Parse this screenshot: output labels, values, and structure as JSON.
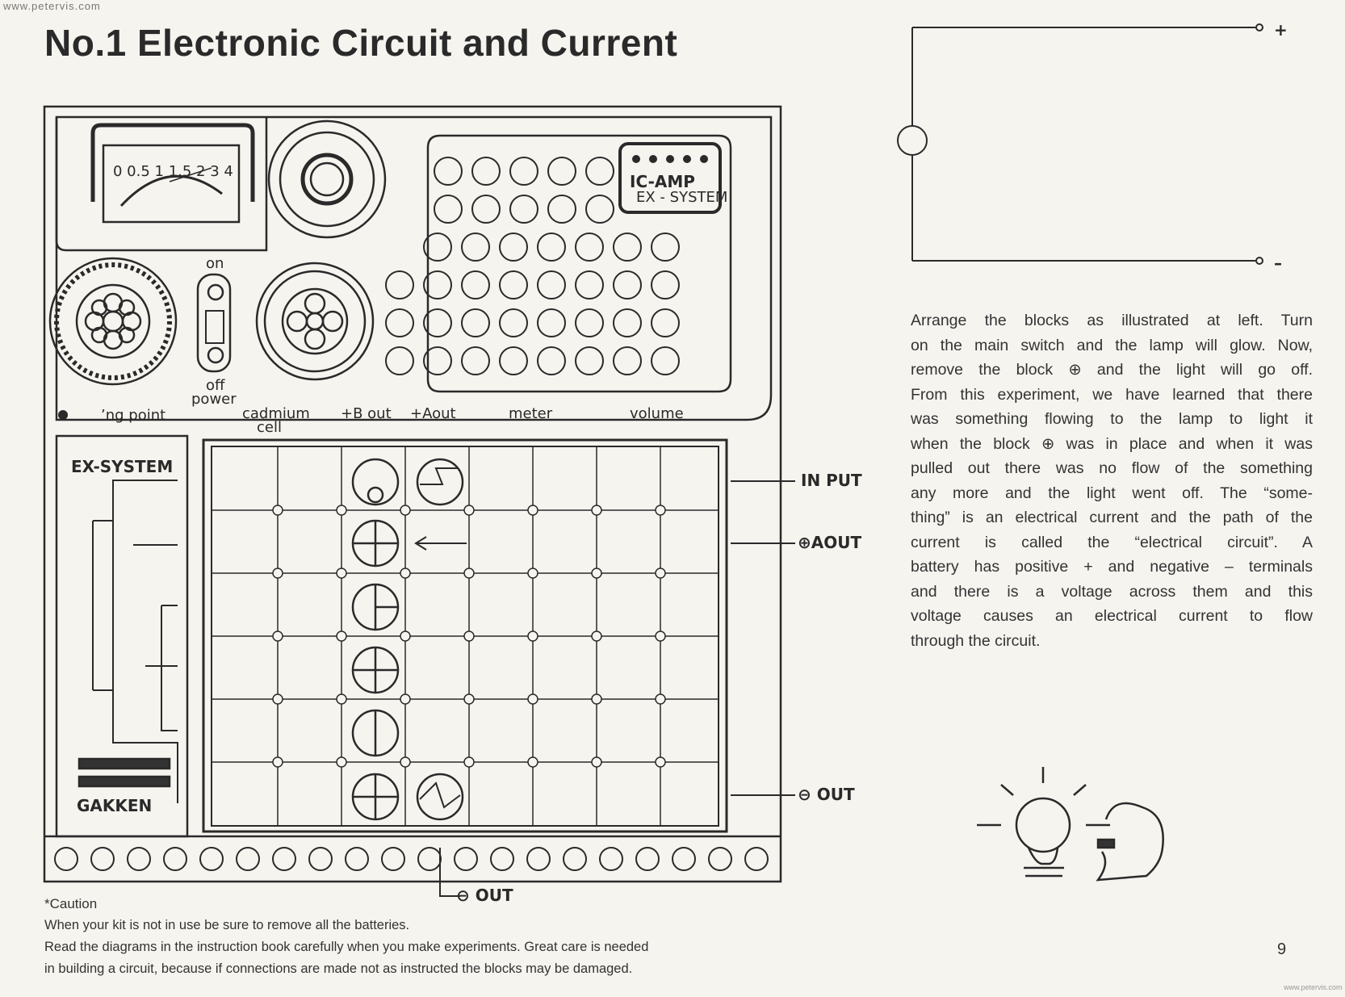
{
  "watermark": "www.petervis.com",
  "title": "No.1 Electronic Circuit and Current",
  "board": {
    "meter_scale": "0  0.5  1  1.5  2  3  4",
    "brand_mark": "IC-AMP",
    "brand_sub": "EX - SYSTEM",
    "switch_on": "on",
    "switch_off": "off",
    "switch_power": "power",
    "terminals": {
      "landing_point": "’ng point",
      "cadmium": "cadmium",
      "cell": "cell",
      "b_out": "+B out",
      "a_out": "+Aout",
      "meter": "meter",
      "volume": "volume"
    },
    "side_label": "EX-SYSTEM",
    "maker": "GAKKEN",
    "right_labels": {
      "input": "IN PUT",
      "aout": "⊕AOUT",
      "out": "⊖ OUT"
    },
    "bottom_out": "⊖ OUT"
  },
  "schematic": {
    "plus": "+",
    "minus": "–"
  },
  "paragraph_lines": [
    "Arrange the blocks as illustrated at left. Turn",
    "on the main switch and the lamp will glow. Now,",
    "remove the block ⊕ and the light will go off.",
    "From this experiment, we have learned that there",
    "was something flowing to the lamp to light it",
    "when the block ⊕ was in place and when it was",
    "pulled out there was no flow of the something",
    "any more and the light went off. The “some-",
    "thing” is an electrical current and the path of the",
    "current is called the “electrical circuit”. A",
    "battery has positive + and negative – terminals",
    "and there is a voltage across them and this",
    "voltage causes an electrical current to flow",
    "through the circuit."
  ],
  "caution": {
    "title": "*Caution",
    "lines": [
      "When your kit is not in use be sure to remove all the batteries.",
      "Read the diagrams in the instruction book carefully when you make experiments. Great care is needed",
      "in building a circuit, because if connections are made not as instructed the blocks may be damaged."
    ]
  },
  "page_number": "9",
  "footer_watermark": "www.petervis.com"
}
